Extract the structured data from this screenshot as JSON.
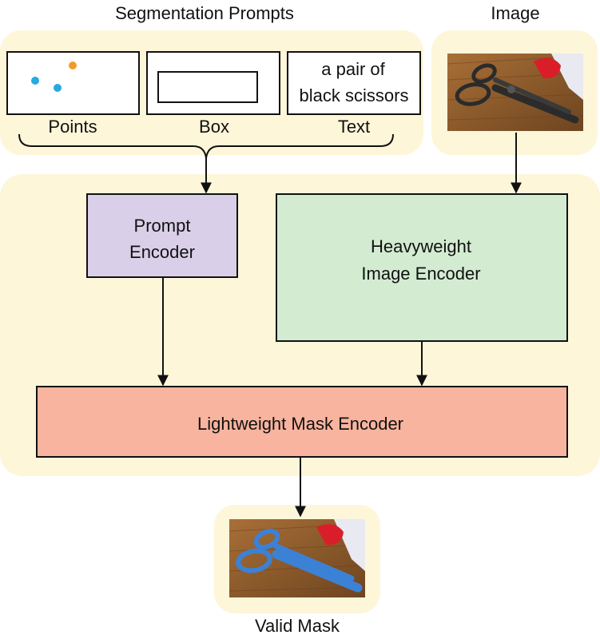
{
  "title_prompts": "Segmentation Prompts",
  "title_image": "Image",
  "prompt_labels": {
    "points": "Points",
    "box": "Box",
    "text": "Text"
  },
  "text_prompt": {
    "line1": "a pair of",
    "line2": "black scissors"
  },
  "boxes": {
    "prompt_encoder": {
      "line1": "Prompt",
      "line2": "Encoder"
    },
    "image_encoder": {
      "line1": "Heavyweight",
      "line2": "Image Encoder"
    },
    "mask_encoder": "Lightweight Mask Encoder"
  },
  "output_label": "Valid Mask",
  "colors": {
    "panel": "#fdf6d9",
    "prompt_encoder": "#d9cfe9",
    "image_encoder": "#d2ebd1",
    "mask_encoder": "#f8b49e",
    "point_orange": "#f19a2c",
    "point_blue": "#27a9e1",
    "mask_blue": "#3b82d6",
    "wood": "#8b5a2b"
  }
}
